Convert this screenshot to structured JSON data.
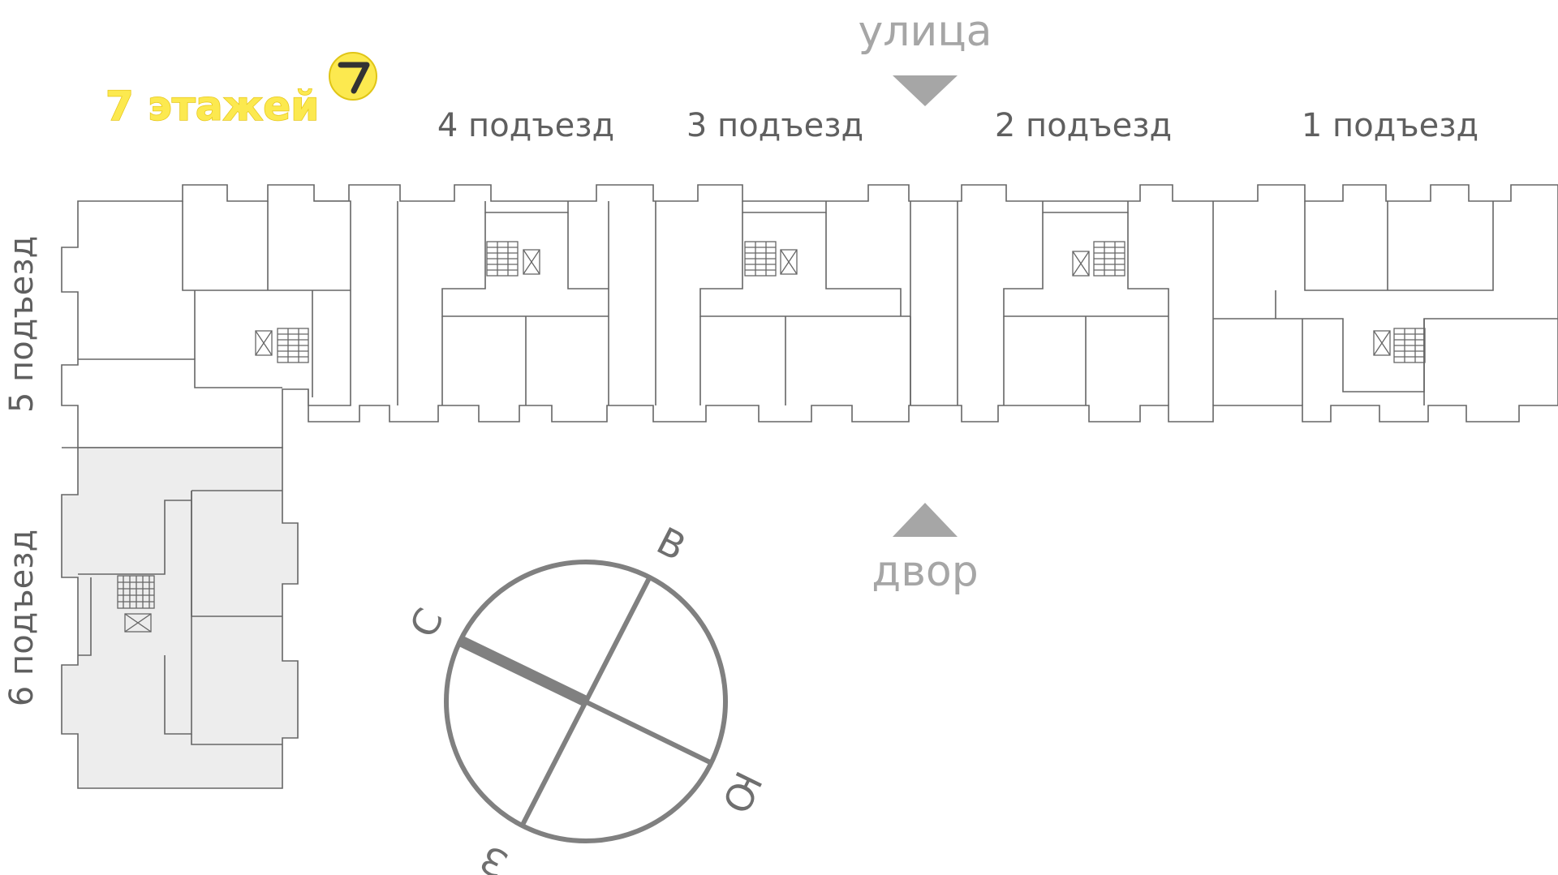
{
  "header": {
    "floors_label": "7 этажей",
    "badge_digit": "7",
    "brand_color": "#fce94f"
  },
  "directions": {
    "street": "улица",
    "yard": "двор"
  },
  "entrances": [
    {
      "id": "1",
      "label": "1 подъезд"
    },
    {
      "id": "2",
      "label": "2 подъезд"
    },
    {
      "id": "3",
      "label": "3 подъезд"
    },
    {
      "id": "4",
      "label": "4 подъезд"
    },
    {
      "id": "5",
      "label": "5 подъезд"
    },
    {
      "id": "6",
      "label": "6 подъезд",
      "highlighted": true
    }
  ],
  "compass": {
    "north": "С",
    "east": "В",
    "south": "Ю",
    "west": "З"
  },
  "colors": {
    "wall": "#666666",
    "highlight_fill": "#ededed",
    "direction_text": "#a6a6a6",
    "compass_stroke": "#808080"
  }
}
